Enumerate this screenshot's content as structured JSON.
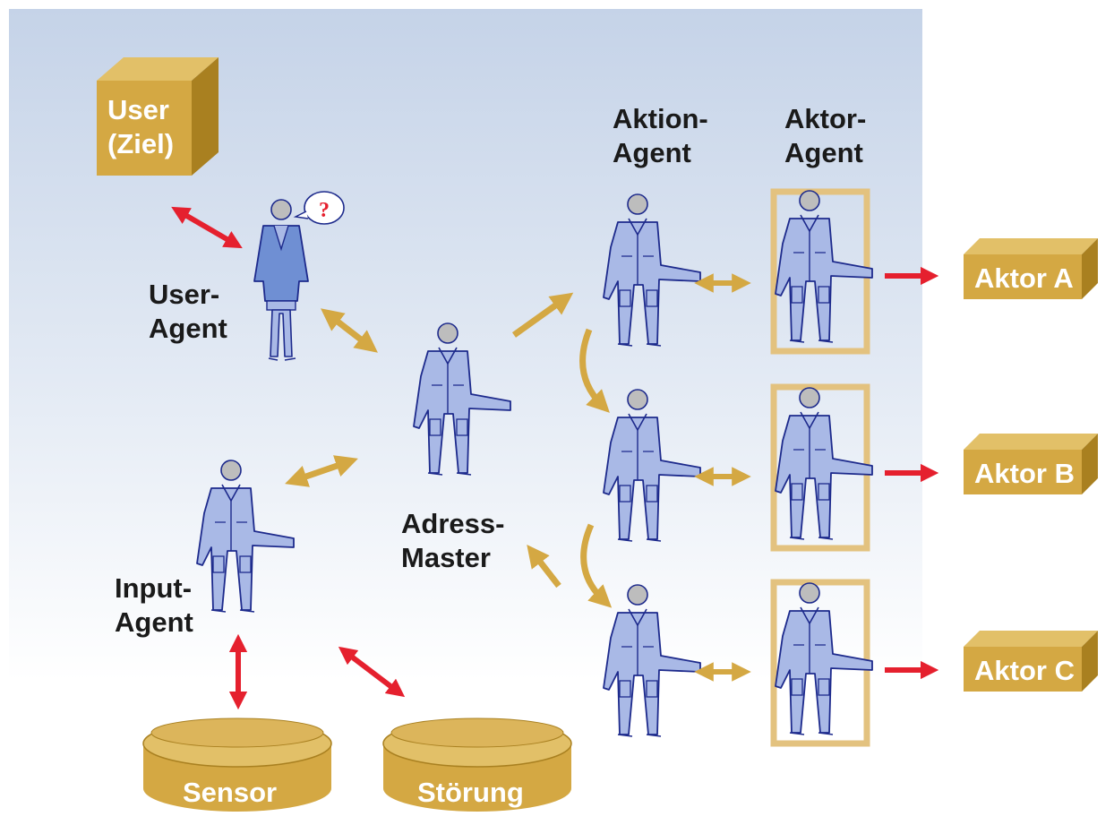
{
  "colors": {
    "background_top": "#c5d3e8",
    "background_bottom": "#ffffff",
    "gold": "#d4a843",
    "gold_dark": "#a98020",
    "gold_light": "#e2c068",
    "red": "#e5202e",
    "agent_blue": "#a9b9e6",
    "agent_outline": "#1d2a8c",
    "head_grey": "#bdbdbd",
    "frame_tan": "#e3c27f"
  },
  "user_box": {
    "line1": "User",
    "line2": "(Ziel)"
  },
  "user_agent": {
    "line1": "User-",
    "line2": "Agent",
    "speech": "?"
  },
  "input_agent": {
    "line1": "Input-",
    "line2": "Agent"
  },
  "adress_master": {
    "line1": "Adress-",
    "line2": "Master"
  },
  "aktion_agent_header": {
    "line1": "Aktion-",
    "line2": "Agent"
  },
  "aktor_agent_header": {
    "line1": "Aktor-",
    "line2": "Agent"
  },
  "actuators": [
    {
      "label": "Aktor A"
    },
    {
      "label": "Aktor B"
    },
    {
      "label": "Aktor C"
    }
  ],
  "databases": [
    {
      "label": "Sensor"
    },
    {
      "label": "Störung"
    }
  ]
}
